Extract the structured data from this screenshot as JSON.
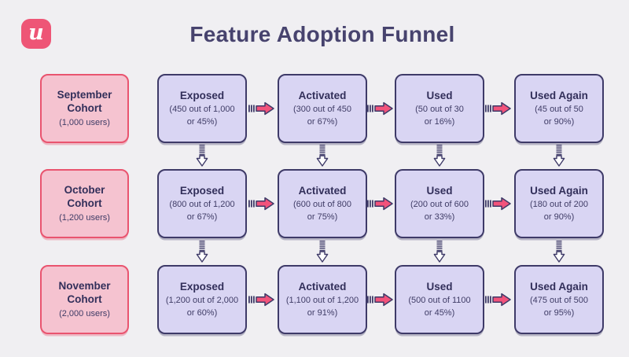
{
  "title": "Feature Adoption Funnel",
  "logo": {
    "letter": "u"
  },
  "colors": {
    "background": "#f0eff2",
    "logo_pink": "#ee5576",
    "cohort_fill": "#f5c3d0",
    "cohort_border": "#e9546f",
    "stage_fill": "#d9d5f3",
    "stage_border": "#3e3a68",
    "arrow_pink": "#f2537b",
    "title_text": "#47436e",
    "body_text": "#322f5a"
  },
  "rows": [
    {
      "cohort": {
        "name": "September Cohort",
        "users": "(1,000 users)"
      },
      "stages": [
        {
          "label": "Exposed",
          "stat": [
            "(450 out of 1,000",
            "or 45%)"
          ]
        },
        {
          "label": "Activated",
          "stat": [
            "(300 out of 450",
            "or 67%)"
          ]
        },
        {
          "label": "Used",
          "stat": [
            "(50 out of 30",
            "or 16%)"
          ]
        },
        {
          "label": "Used Again",
          "stat": [
            "(45 out of 50",
            "or 90%)"
          ]
        }
      ]
    },
    {
      "cohort": {
        "name": "October Cohort",
        "users": "(1,200 users)"
      },
      "stages": [
        {
          "label": "Exposed",
          "stat": [
            "(800 out of 1,200",
            "or 67%)"
          ]
        },
        {
          "label": "Activated",
          "stat": [
            "(600 out of 800",
            "or 75%)"
          ]
        },
        {
          "label": "Used",
          "stat": [
            "(200 out of 600",
            "or 33%)"
          ]
        },
        {
          "label": "Used Again",
          "stat": [
            "(180 out of 200",
            "or 90%)"
          ]
        }
      ]
    },
    {
      "cohort": {
        "name": "November Cohort",
        "users": "(2,000 users)"
      },
      "stages": [
        {
          "label": "Exposed",
          "stat": [
            "(1,200 out of 2,000",
            "or 60%)"
          ]
        },
        {
          "label": "Activated",
          "stat": [
            "(1,100 out of 1,200",
            "or 91%)"
          ]
        },
        {
          "label": "Used",
          "stat": [
            "(500 out of 1100",
            "or 45%)"
          ]
        },
        {
          "label": "Used Again",
          "stat": [
            "(475 out of 500",
            "or 95%)"
          ]
        }
      ]
    }
  ]
}
